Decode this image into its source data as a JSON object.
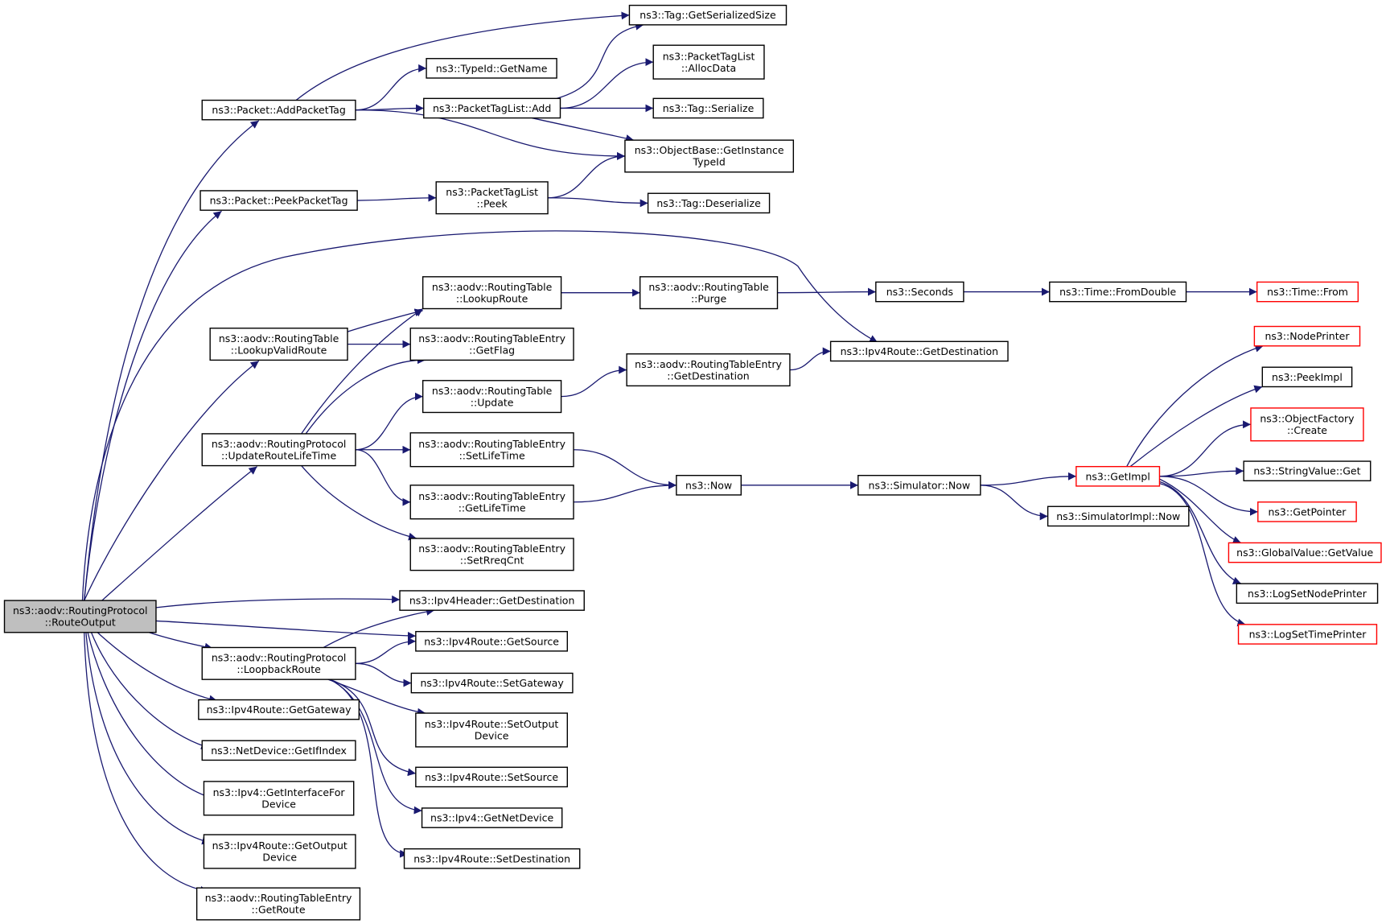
{
  "colors": {
    "edge": "#191970",
    "border": "#000000",
    "border_truncated": "#ff0000",
    "root_fill": "#bfbfbf",
    "node_fill": "#ffffff"
  },
  "nodes": [
    {
      "id": "root",
      "lines": [
        "ns3::aodv::RoutingProtocol",
        "::RouteOutput"
      ],
      "kind": "root"
    },
    {
      "id": "addPacketTag",
      "lines": [
        "ns3::Packet::AddPacketTag"
      ]
    },
    {
      "id": "peekPacketTag",
      "lines": [
        "ns3::Packet::PeekPacketTag"
      ]
    },
    {
      "id": "lookupValidRoute",
      "lines": [
        "ns3::aodv::RoutingTable",
        "::LookupValidRoute"
      ]
    },
    {
      "id": "updateRouteLifeTime",
      "lines": [
        "ns3::aodv::RoutingProtocol",
        "::UpdateRouteLifeTime"
      ]
    },
    {
      "id": "loopbackRoute",
      "lines": [
        "ns3::aodv::RoutingProtocol",
        "::LoopbackRoute"
      ]
    },
    {
      "id": "ipv4RouteGetGateway",
      "lines": [
        "ns3::Ipv4Route::GetGateway"
      ]
    },
    {
      "id": "getIfIndex",
      "lines": [
        "ns3::NetDevice::GetIfIndex"
      ]
    },
    {
      "id": "getInterfaceForDevice",
      "lines": [
        "ns3::Ipv4::GetInterfaceFor",
        "Device"
      ]
    },
    {
      "id": "getOutputDevice",
      "lines": [
        "ns3::Ipv4Route::GetOutput",
        "Device"
      ]
    },
    {
      "id": "getRoute",
      "lines": [
        "ns3::aodv::RoutingTableEntry",
        "::GetRoute"
      ]
    },
    {
      "id": "tagGetSerializedSize",
      "lines": [
        "ns3::Tag::GetSerializedSize"
      ]
    },
    {
      "id": "typeIdGetName",
      "lines": [
        "ns3::TypeId::GetName"
      ]
    },
    {
      "id": "packetTagListAdd",
      "lines": [
        "ns3::PacketTagList::Add"
      ]
    },
    {
      "id": "allocData",
      "lines": [
        "ns3::PacketTagList",
        "::AllocData"
      ]
    },
    {
      "id": "tagSerialize",
      "lines": [
        "ns3::Tag::Serialize"
      ]
    },
    {
      "id": "getInstanceTypeId",
      "lines": [
        "ns3::ObjectBase::GetInstance",
        "TypeId"
      ]
    },
    {
      "id": "packetTagListPeek",
      "lines": [
        "ns3::PacketTagList",
        "::Peek"
      ]
    },
    {
      "id": "tagDeserialize",
      "lines": [
        "ns3::Tag::Deserialize"
      ]
    },
    {
      "id": "lookupRoute",
      "lines": [
        "ns3::aodv::RoutingTable",
        "::LookupRoute"
      ]
    },
    {
      "id": "purge",
      "lines": [
        "ns3::aodv::RoutingTable",
        "::Purge"
      ]
    },
    {
      "id": "seconds",
      "lines": [
        "ns3::Seconds"
      ]
    },
    {
      "id": "fromDouble",
      "lines": [
        "ns3::Time::FromDouble"
      ]
    },
    {
      "id": "timeFrom",
      "lines": [
        "ns3::Time::From"
      ],
      "kind": "truncated"
    },
    {
      "id": "getFlag",
      "lines": [
        "ns3::aodv::RoutingTableEntry",
        "::GetFlag"
      ]
    },
    {
      "id": "ipv4RouteGetDestination",
      "lines": [
        "ns3::Ipv4Route::GetDestination"
      ]
    },
    {
      "id": "rteGetDestination",
      "lines": [
        "ns3::aodv::RoutingTableEntry",
        "::GetDestination"
      ]
    },
    {
      "id": "rtUpdate",
      "lines": [
        "ns3::aodv::RoutingTable",
        "::Update"
      ]
    },
    {
      "id": "setLifeTime",
      "lines": [
        "ns3::aodv::RoutingTableEntry",
        "::SetLifeTime"
      ]
    },
    {
      "id": "getLifeTime",
      "lines": [
        "ns3::aodv::RoutingTableEntry",
        "::GetLifeTime"
      ]
    },
    {
      "id": "setRreqCnt",
      "lines": [
        "ns3::aodv::RoutingTableEntry",
        "::SetRreqCnt"
      ]
    },
    {
      "id": "now",
      "lines": [
        "ns3::Now"
      ]
    },
    {
      "id": "simulatorNow",
      "lines": [
        "ns3::Simulator::Now"
      ]
    },
    {
      "id": "getImpl",
      "lines": [
        "ns3::GetImpl"
      ],
      "kind": "truncated"
    },
    {
      "id": "simulatorImplNow",
      "lines": [
        "ns3::SimulatorImpl::Now"
      ]
    },
    {
      "id": "nodePrinter",
      "lines": [
        "ns3::NodePrinter"
      ],
      "kind": "truncated"
    },
    {
      "id": "peekImpl",
      "lines": [
        "ns3::PeekImpl"
      ]
    },
    {
      "id": "objectFactoryCreate",
      "lines": [
        "ns3::ObjectFactory",
        "::Create"
      ],
      "kind": "truncated"
    },
    {
      "id": "stringValueGet",
      "lines": [
        "ns3::StringValue::Get"
      ]
    },
    {
      "id": "getPointer",
      "lines": [
        "ns3::GetPointer"
      ],
      "kind": "truncated"
    },
    {
      "id": "globalValueGetValue",
      "lines": [
        "ns3::GlobalValue::GetValue"
      ],
      "kind": "truncated"
    },
    {
      "id": "logSetNodePrinter",
      "lines": [
        "ns3::LogSetNodePrinter"
      ]
    },
    {
      "id": "logSetTimePrinter",
      "lines": [
        "ns3::LogSetTimePrinter"
      ],
      "kind": "truncated"
    },
    {
      "id": "ipv4HeaderGetDestination",
      "lines": [
        "ns3::Ipv4Header::GetDestination"
      ]
    },
    {
      "id": "ipv4RouteGetSource",
      "lines": [
        "ns3::Ipv4Route::GetSource"
      ]
    },
    {
      "id": "ipv4RouteSetGateway",
      "lines": [
        "ns3::Ipv4Route::SetGateway"
      ]
    },
    {
      "id": "setOutputDevice",
      "lines": [
        "ns3::Ipv4Route::SetOutput",
        "Device"
      ]
    },
    {
      "id": "ipv4RouteSetSource",
      "lines": [
        "ns3::Ipv4Route::SetSource"
      ]
    },
    {
      "id": "ipv4GetNetDevice",
      "lines": [
        "ns3::Ipv4::GetNetDevice"
      ]
    },
    {
      "id": "ipv4RouteSetDestination",
      "lines": [
        "ns3::Ipv4Route::SetDestination"
      ]
    }
  ],
  "edges": [
    [
      "root",
      "addPacketTag"
    ],
    [
      "root",
      "peekPacketTag"
    ],
    [
      "root",
      "ipv4RouteGetDestination"
    ],
    [
      "root",
      "lookupValidRoute"
    ],
    [
      "root",
      "updateRouteLifeTime"
    ],
    [
      "root",
      "ipv4HeaderGetDestination"
    ],
    [
      "root",
      "ipv4RouteGetSource"
    ],
    [
      "root",
      "loopbackRoute"
    ],
    [
      "root",
      "ipv4RouteGetGateway"
    ],
    [
      "root",
      "getIfIndex"
    ],
    [
      "root",
      "getInterfaceForDevice"
    ],
    [
      "root",
      "getOutputDevice"
    ],
    [
      "root",
      "getRoute"
    ],
    [
      "addPacketTag",
      "tagGetSerializedSize"
    ],
    [
      "addPacketTag",
      "typeIdGetName"
    ],
    [
      "addPacketTag",
      "packetTagListAdd"
    ],
    [
      "addPacketTag",
      "getInstanceTypeId"
    ],
    [
      "packetTagListAdd",
      "tagGetSerializedSize"
    ],
    [
      "packetTagListAdd",
      "allocData"
    ],
    [
      "packetTagListAdd",
      "tagSerialize"
    ],
    [
      "packetTagListAdd",
      "getInstanceTypeId"
    ],
    [
      "peekPacketTag",
      "packetTagListPeek"
    ],
    [
      "packetTagListPeek",
      "getInstanceTypeId"
    ],
    [
      "packetTagListPeek",
      "tagDeserialize"
    ],
    [
      "lookupValidRoute",
      "lookupRoute"
    ],
    [
      "lookupValidRoute",
      "getFlag"
    ],
    [
      "updateRouteLifeTime",
      "lookupRoute"
    ],
    [
      "updateRouteLifeTime",
      "getFlag"
    ],
    [
      "updateRouteLifeTime",
      "rtUpdate"
    ],
    [
      "updateRouteLifeTime",
      "setLifeTime"
    ],
    [
      "updateRouteLifeTime",
      "getLifeTime"
    ],
    [
      "updateRouteLifeTime",
      "setRreqCnt"
    ],
    [
      "lookupRoute",
      "purge"
    ],
    [
      "purge",
      "seconds"
    ],
    [
      "seconds",
      "fromDouble"
    ],
    [
      "fromDouble",
      "timeFrom"
    ],
    [
      "rtUpdate",
      "rteGetDestination"
    ],
    [
      "rteGetDestination",
      "ipv4RouteGetDestination"
    ],
    [
      "setLifeTime",
      "now"
    ],
    [
      "getLifeTime",
      "now"
    ],
    [
      "now",
      "simulatorNow"
    ],
    [
      "simulatorNow",
      "getImpl"
    ],
    [
      "simulatorNow",
      "simulatorImplNow"
    ],
    [
      "getImpl",
      "nodePrinter"
    ],
    [
      "getImpl",
      "peekImpl"
    ],
    [
      "getImpl",
      "objectFactoryCreate"
    ],
    [
      "getImpl",
      "stringValueGet"
    ],
    [
      "getImpl",
      "getPointer"
    ],
    [
      "getImpl",
      "globalValueGetValue"
    ],
    [
      "getImpl",
      "logSetNodePrinter"
    ],
    [
      "getImpl",
      "logSetTimePrinter"
    ],
    [
      "loopbackRoute",
      "ipv4HeaderGetDestination"
    ],
    [
      "loopbackRoute",
      "ipv4RouteGetSource"
    ],
    [
      "loopbackRoute",
      "ipv4RouteSetGateway"
    ],
    [
      "loopbackRoute",
      "setOutputDevice"
    ],
    [
      "loopbackRoute",
      "ipv4RouteSetSource"
    ],
    [
      "loopbackRoute",
      "ipv4GetNetDevice"
    ],
    [
      "loopbackRoute",
      "ipv4RouteSetDestination"
    ]
  ]
}
